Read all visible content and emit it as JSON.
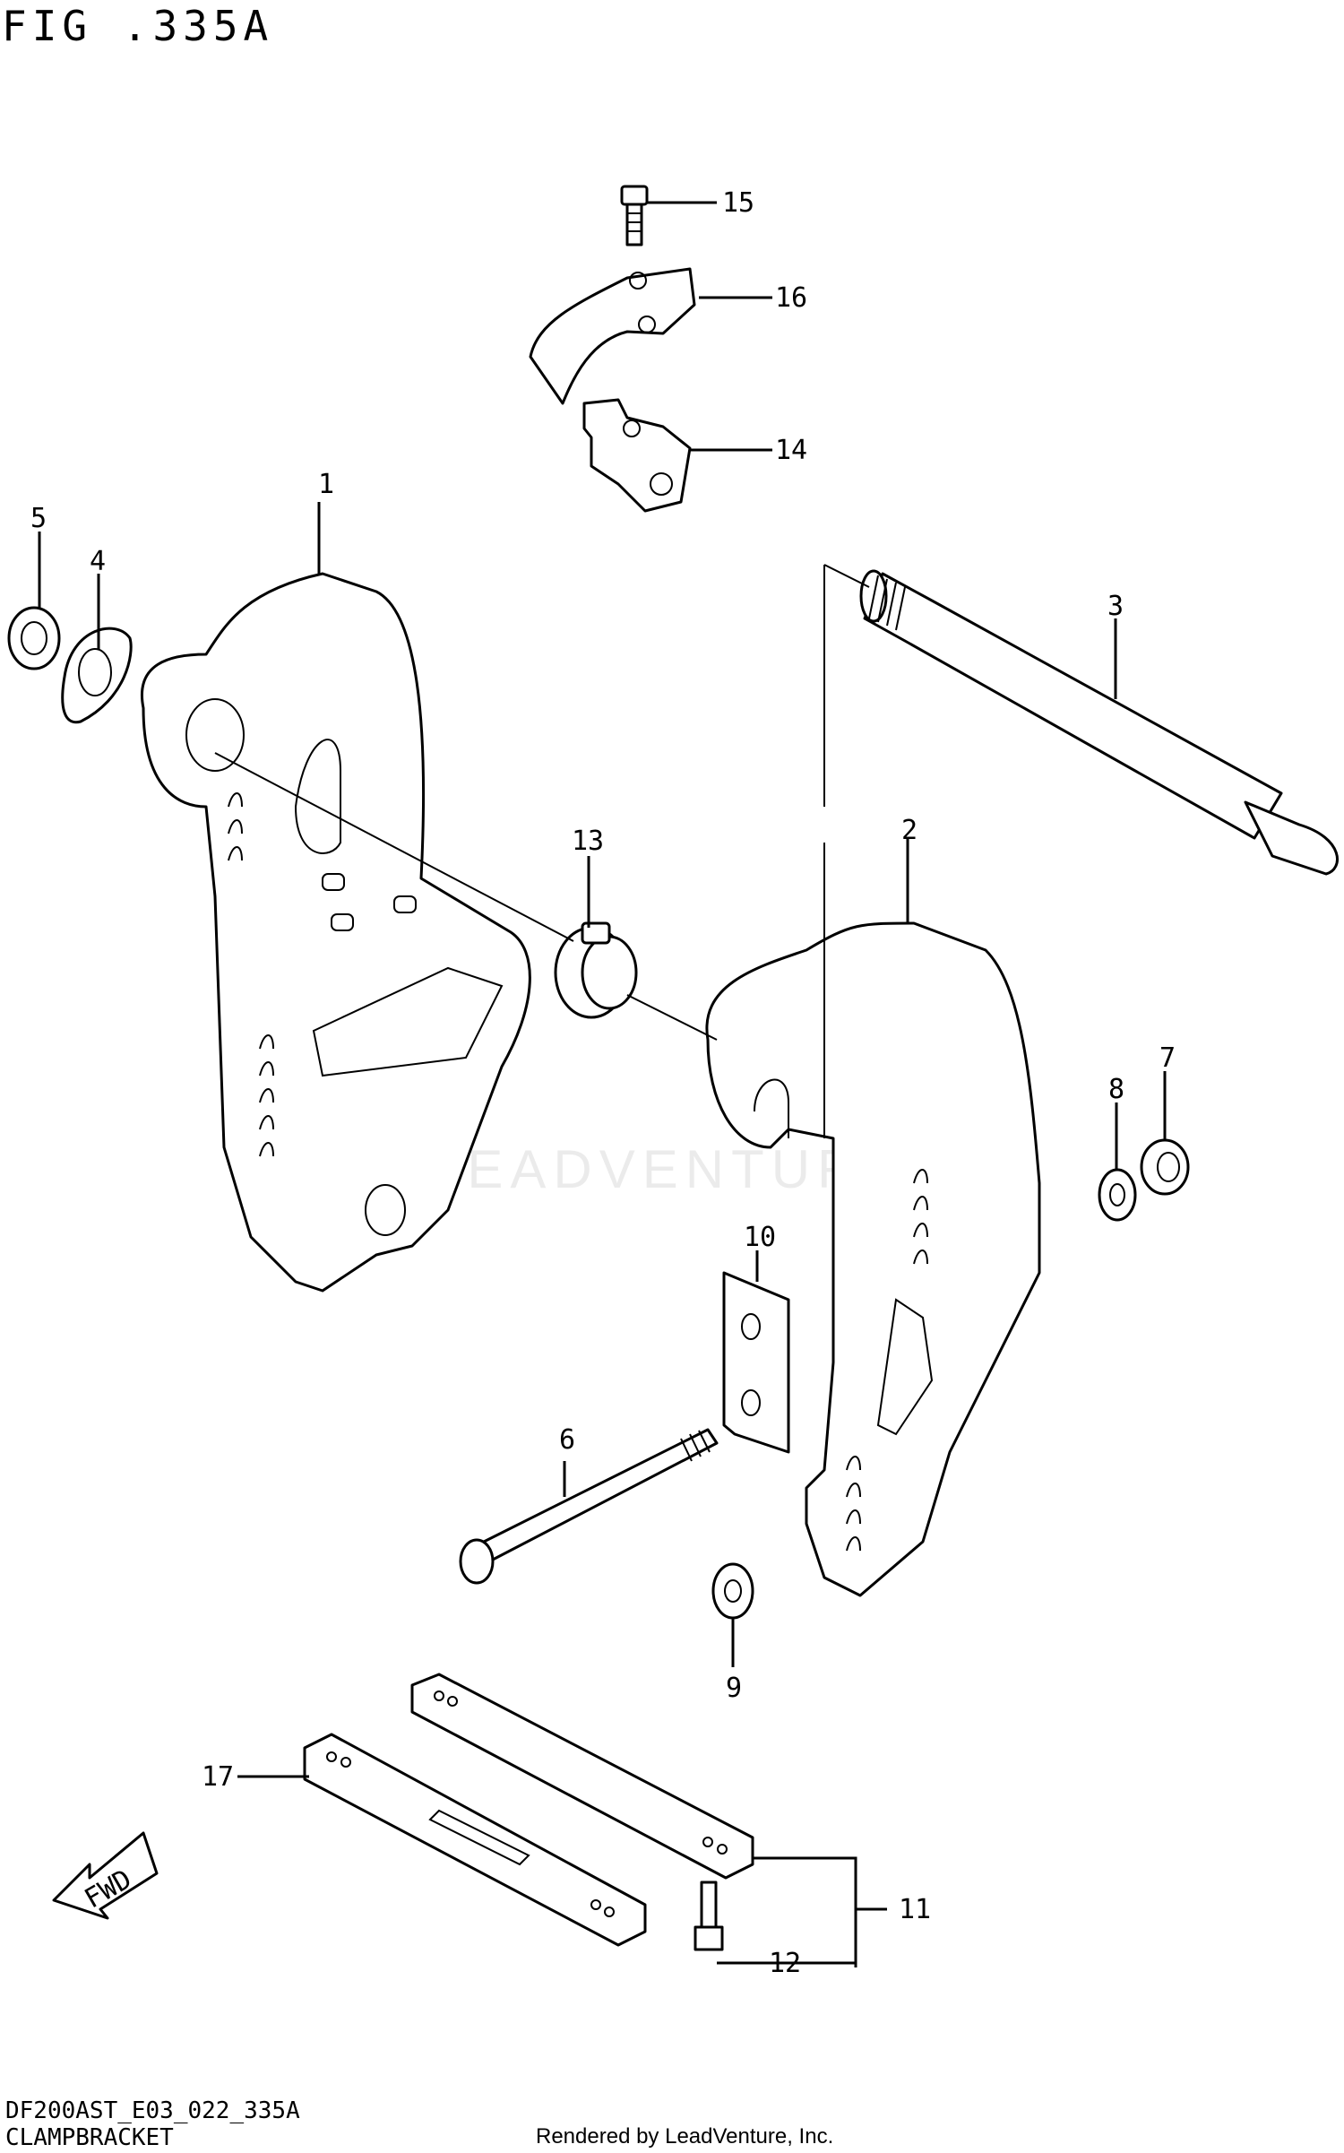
{
  "figure": {
    "title": "FIG .335A",
    "code": "DF200AST_E03_022_335A",
    "name": "CLAMPBRACKET",
    "credit": "Rendered by LeadVenture, Inc.",
    "watermark": "LEADVENTURE"
  },
  "callouts": [
    "1",
    "2",
    "3",
    "4",
    "5",
    "6",
    "7",
    "8",
    "9",
    "10",
    "11",
    "12",
    "13",
    "14",
    "15",
    "16",
    "17"
  ],
  "fwd_label": "FWD"
}
